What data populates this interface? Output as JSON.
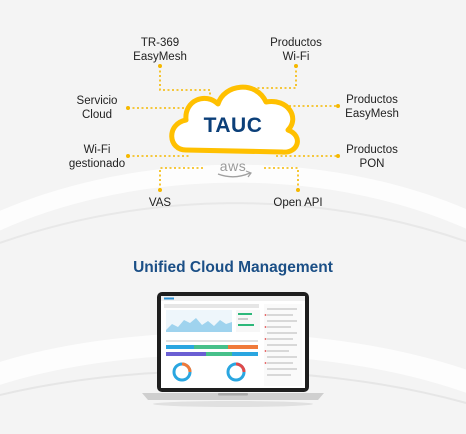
{
  "diagram": {
    "center_label": "TAUC",
    "cloud_provider": "aws",
    "nodes": [
      {
        "id": "tr369",
        "lines": [
          "TR-369",
          "EasyMesh"
        ]
      },
      {
        "id": "wifi_products",
        "lines": [
          "Productos",
          "Wi-Fi"
        ]
      },
      {
        "id": "cloud_service",
        "lines": [
          "Servicio",
          "Cloud"
        ]
      },
      {
        "id": "easymesh_products",
        "lines": [
          "Productos",
          "EasyMesh"
        ]
      },
      {
        "id": "managed_wifi",
        "lines": [
          "Wi-Fi",
          "gestionado"
        ]
      },
      {
        "id": "pon_products",
        "lines": [
          "Productos",
          "PON"
        ]
      },
      {
        "id": "vas",
        "lines": [
          "VAS"
        ]
      },
      {
        "id": "open_api",
        "lines": [
          "Open API"
        ]
      }
    ],
    "colors": {
      "cloud_outline": "#ffc000",
      "connector": "#f5b800",
      "title": "#0b3f79"
    }
  },
  "headline": "Unified Cloud Management"
}
